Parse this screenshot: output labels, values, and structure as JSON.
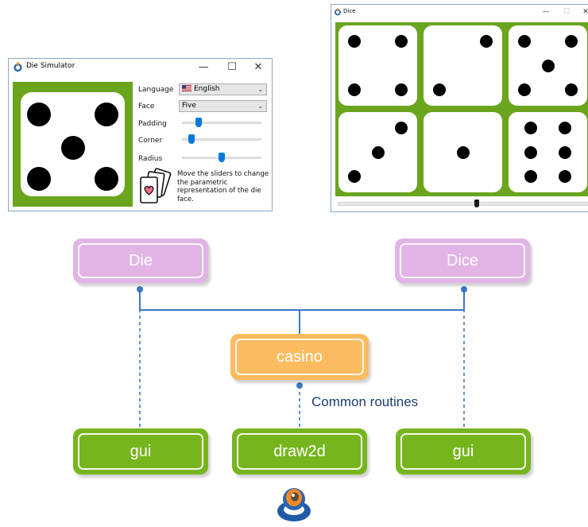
{
  "colors": {
    "felt": "#6aa51d",
    "accent": "#0078d7",
    "die_node": "#e2b4e6",
    "casino_node": "#fdbb5f",
    "lib_node": "#77b51f",
    "connector": "#3d76c4"
  },
  "sim_window": {
    "title": "Die Simulator",
    "controls": {
      "minimize": "—",
      "maximize": "☐",
      "close": "✕"
    },
    "language_label": "Language",
    "language_value": "English",
    "language_flag": "us-flag-icon",
    "face_label": "Face",
    "face_value": "Five",
    "padding_label": "Padding",
    "padding_level": 0.18,
    "corner_label": "Corner",
    "corner_level": 0.08,
    "radius_label": "Radius",
    "radius_level": 0.5,
    "hint": "Move the sliders to change the parametric representation of the die face.",
    "hint_icon": "playing-cards-icon",
    "face_pips": 5
  },
  "dice_window": {
    "title": "Dice",
    "controls": {
      "minimize": "—",
      "maximize": "☐",
      "close": "✕"
    },
    "faces": [
      4,
      2,
      5,
      3,
      1,
      6
    ],
    "slider_level": 0.55
  },
  "diagram": {
    "die_label": "Die",
    "dice_label": "Dice",
    "casino_label": "casino",
    "note": "Common routines",
    "gui_left_label": "gui",
    "draw2d_label": "draw2d",
    "gui_right_label": "gui",
    "logo_icon": "ring-logo-icon"
  }
}
